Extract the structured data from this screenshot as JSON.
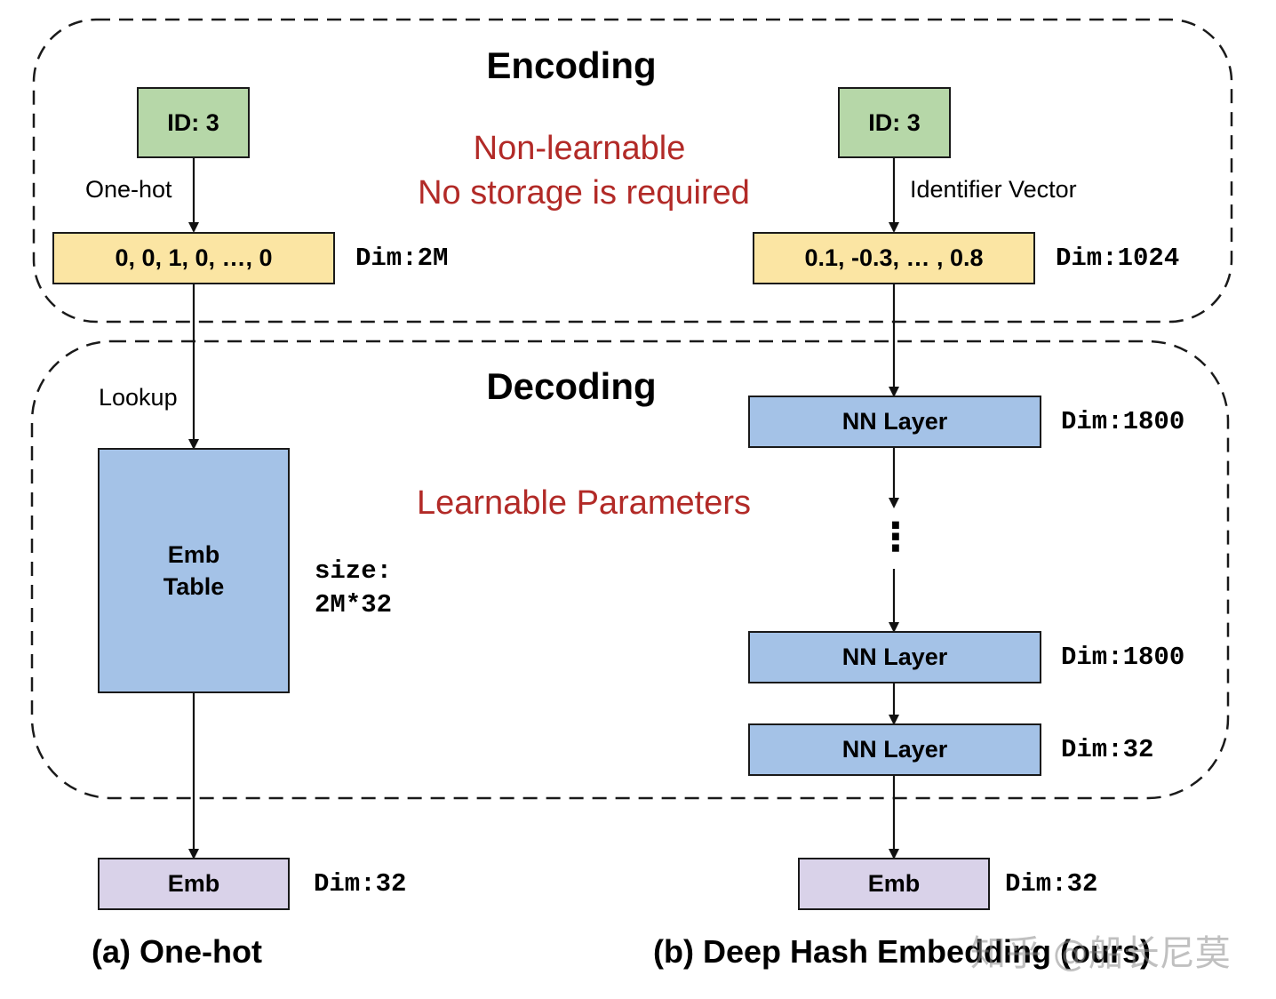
{
  "sections": {
    "encoding_title": "Encoding",
    "decoding_title": "Decoding"
  },
  "notes": {
    "non_learnable": "Non-learnable",
    "no_storage": "No storage is required",
    "learnable": "Learnable Parameters"
  },
  "left": {
    "id_box": "ID: 3",
    "edge_onehot": "One-hot",
    "onehot_vector": "0, 0, 1, 0, …, 0",
    "onehot_dim": "Dim:2M",
    "edge_lookup": "Lookup",
    "emb_table_line1": "Emb",
    "emb_table_line2": "Table",
    "size_line1": "size:",
    "size_line2": "2M*32",
    "emb_box": "Emb",
    "emb_dim": "Dim:32",
    "caption": "(a) One-hot"
  },
  "right": {
    "id_box": "ID: 3",
    "edge_identifier": "Identifier Vector",
    "identifier_vector": "0.1, -0.3, … , 0.8",
    "identifier_dim": "Dim:1024",
    "nn_layer_1": "NN Layer",
    "nn_layer_1_dim": "Dim:1800",
    "ellipsis": "⋮",
    "nn_layer_2": "NN Layer",
    "nn_layer_2_dim": "Dim:1800",
    "nn_layer_3": "NN Layer",
    "nn_layer_3_dim": "Dim:32",
    "emb_box": "Emb",
    "emb_dim": "Dim:32",
    "caption": "(b) Deep Hash Embedding (ours)"
  },
  "watermark": "知乎 @船长尼莫",
  "colors": {
    "id_box": "#b6d7a8",
    "vector_box": "#fbe5a3",
    "nn_box": "#a4c2e7",
    "emb_box": "#d9d2e9",
    "note_red": "#b22a27"
  }
}
